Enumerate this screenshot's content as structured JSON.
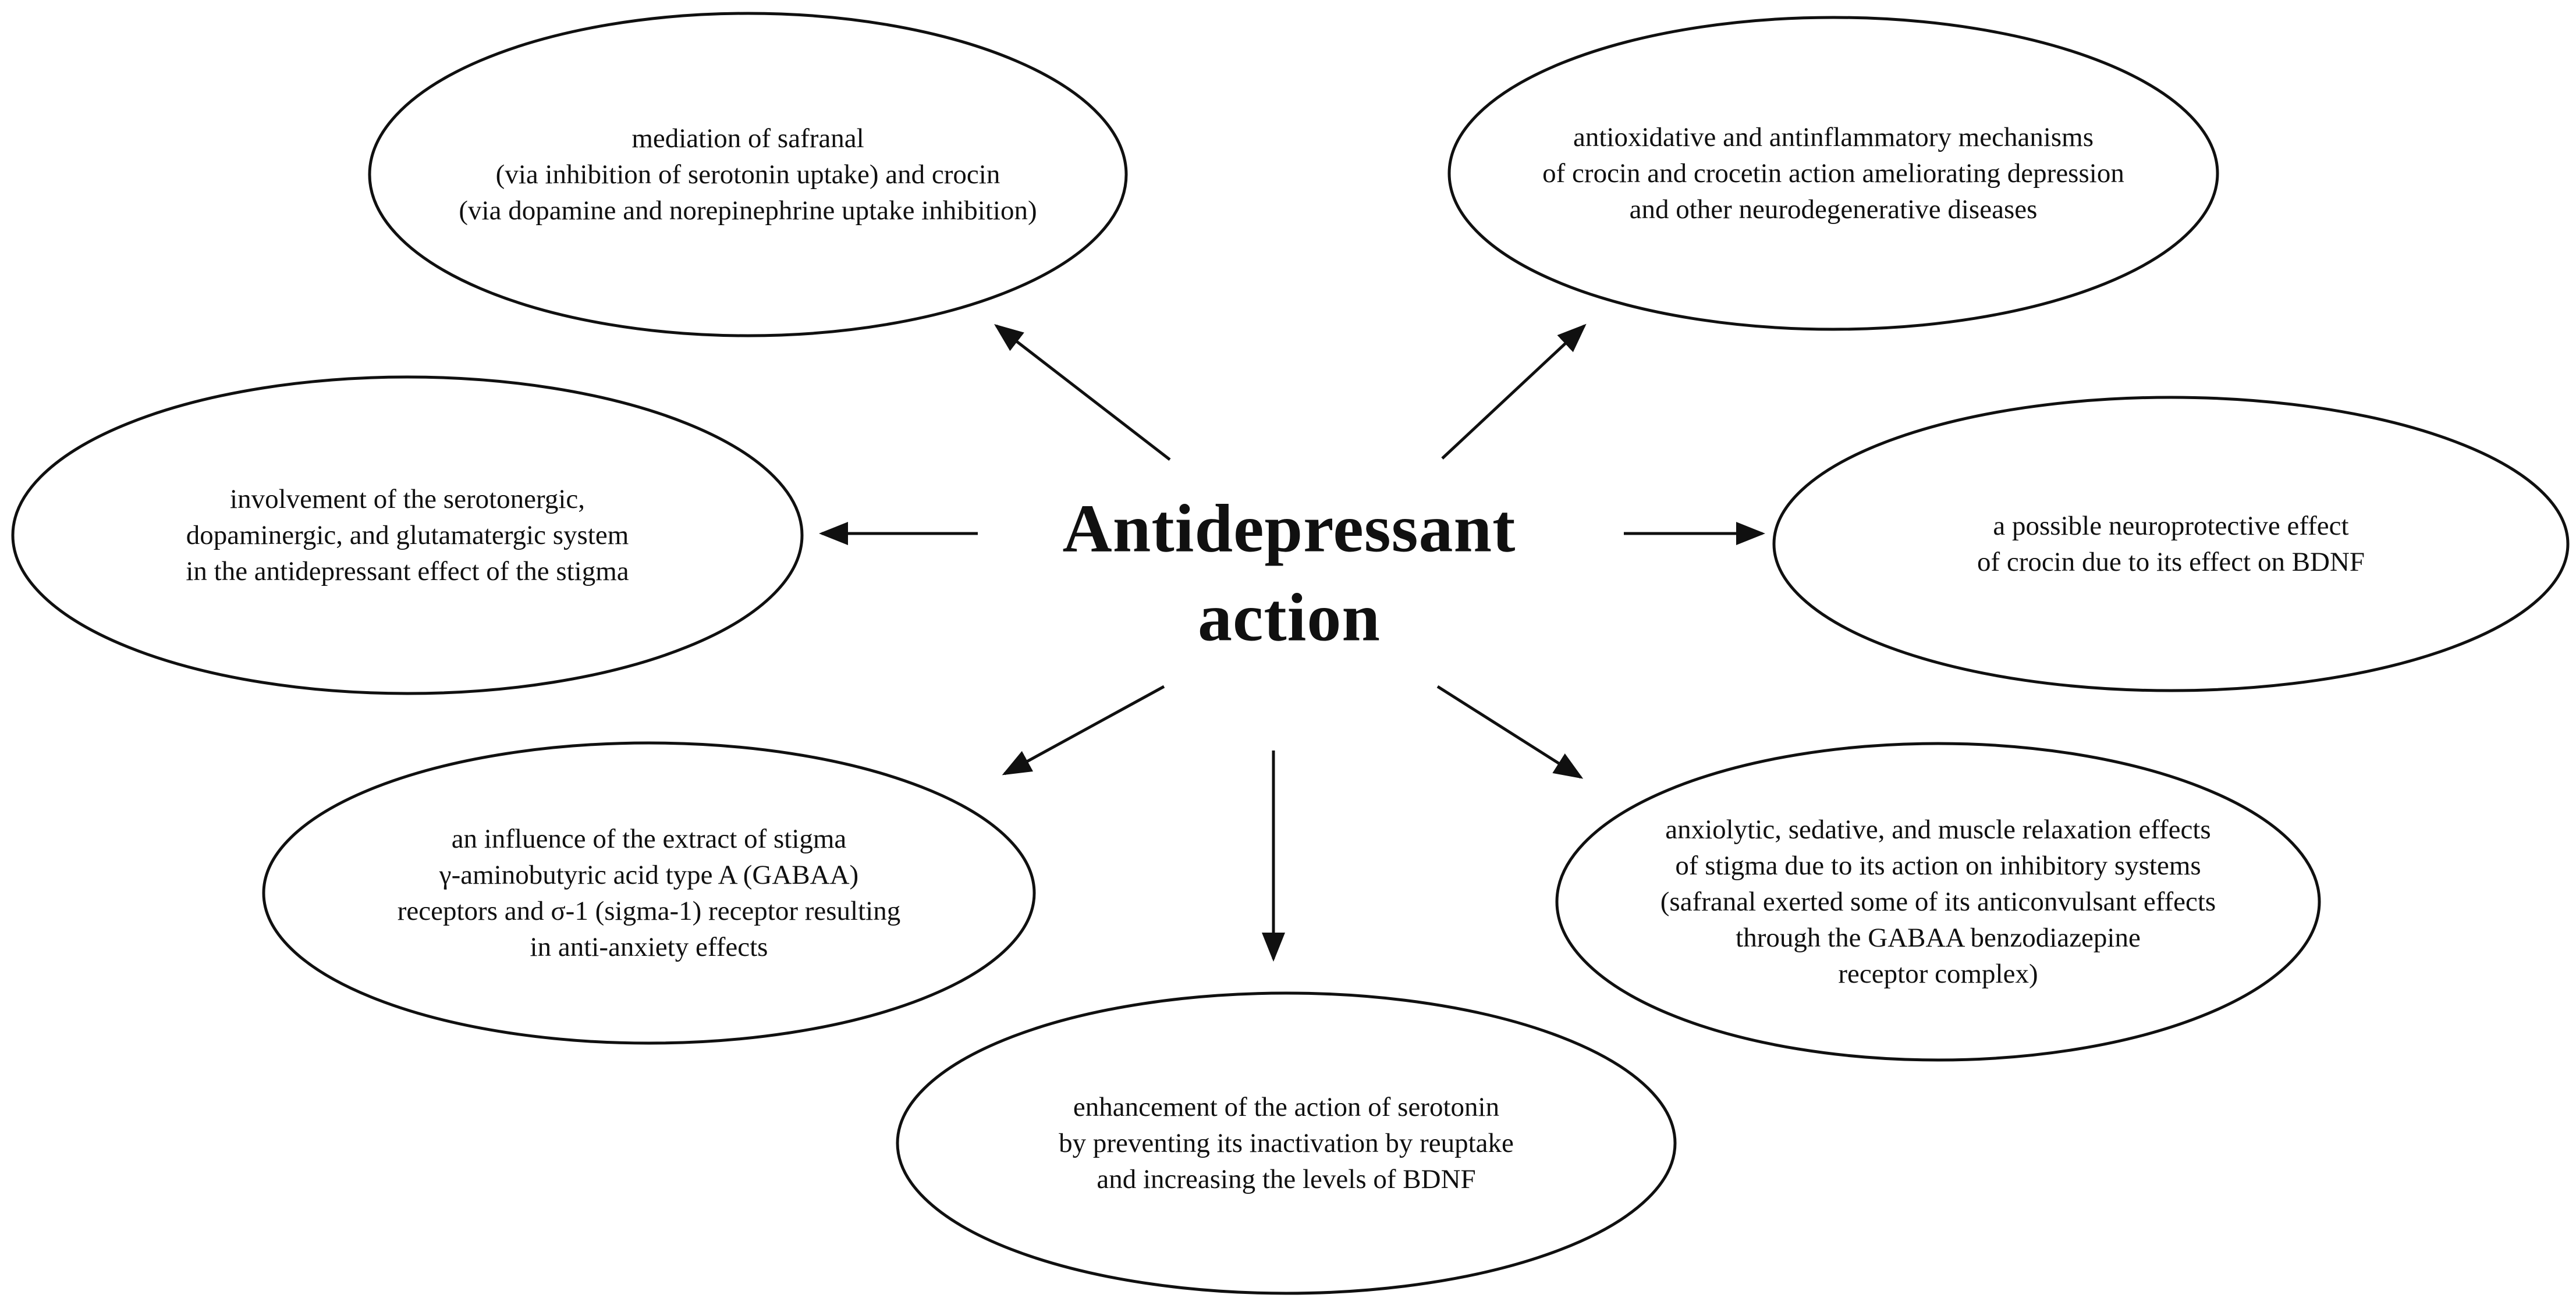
{
  "title": {
    "text": "Antidepressant\naction"
  },
  "nodes": [
    {
      "id": "top-left",
      "text": "mediation of safranal\n(via inhibition of serotonin uptake) and crocin\n(via dopamine and norepinephrine uptake inhibition)"
    },
    {
      "id": "top-right",
      "text": "antioxidative and antinflammatory mechanisms\nof crocin and crocetin action ameliorating depression\nand other neurodegenerative diseases"
    },
    {
      "id": "left",
      "text": "involvement of the serotonergic,\ndopaminergic, and glutamatergic system\nin the antidepressant effect of the stigma"
    },
    {
      "id": "right",
      "text": "a possible neuroprotective effect\nof crocin due to its effect on BDNF"
    },
    {
      "id": "bottom-left",
      "text": "an influence of the extract of stigma\nγ-aminobutyric acid type A (GABAA)\nreceptors and σ-1 (sigma-1) receptor resulting\nin anti-anxiety effects"
    },
    {
      "id": "bottom-right",
      "text": "anxiolytic, sedative, and muscle relaxation effects\nof stigma due to its action on inhibitory systems\n(safranal exerted some of its anticonvulsant effects\nthrough the GABAA benzodiazepine\nreceptor complex)"
    },
    {
      "id": "bottom-center",
      "text": "enhancement of the action of serotonin\nby preventing its inactivation by reuptake\nand increasing the levels of BDNF"
    }
  ],
  "colors": {
    "ink": "#101010",
    "background": "#ffffff"
  }
}
